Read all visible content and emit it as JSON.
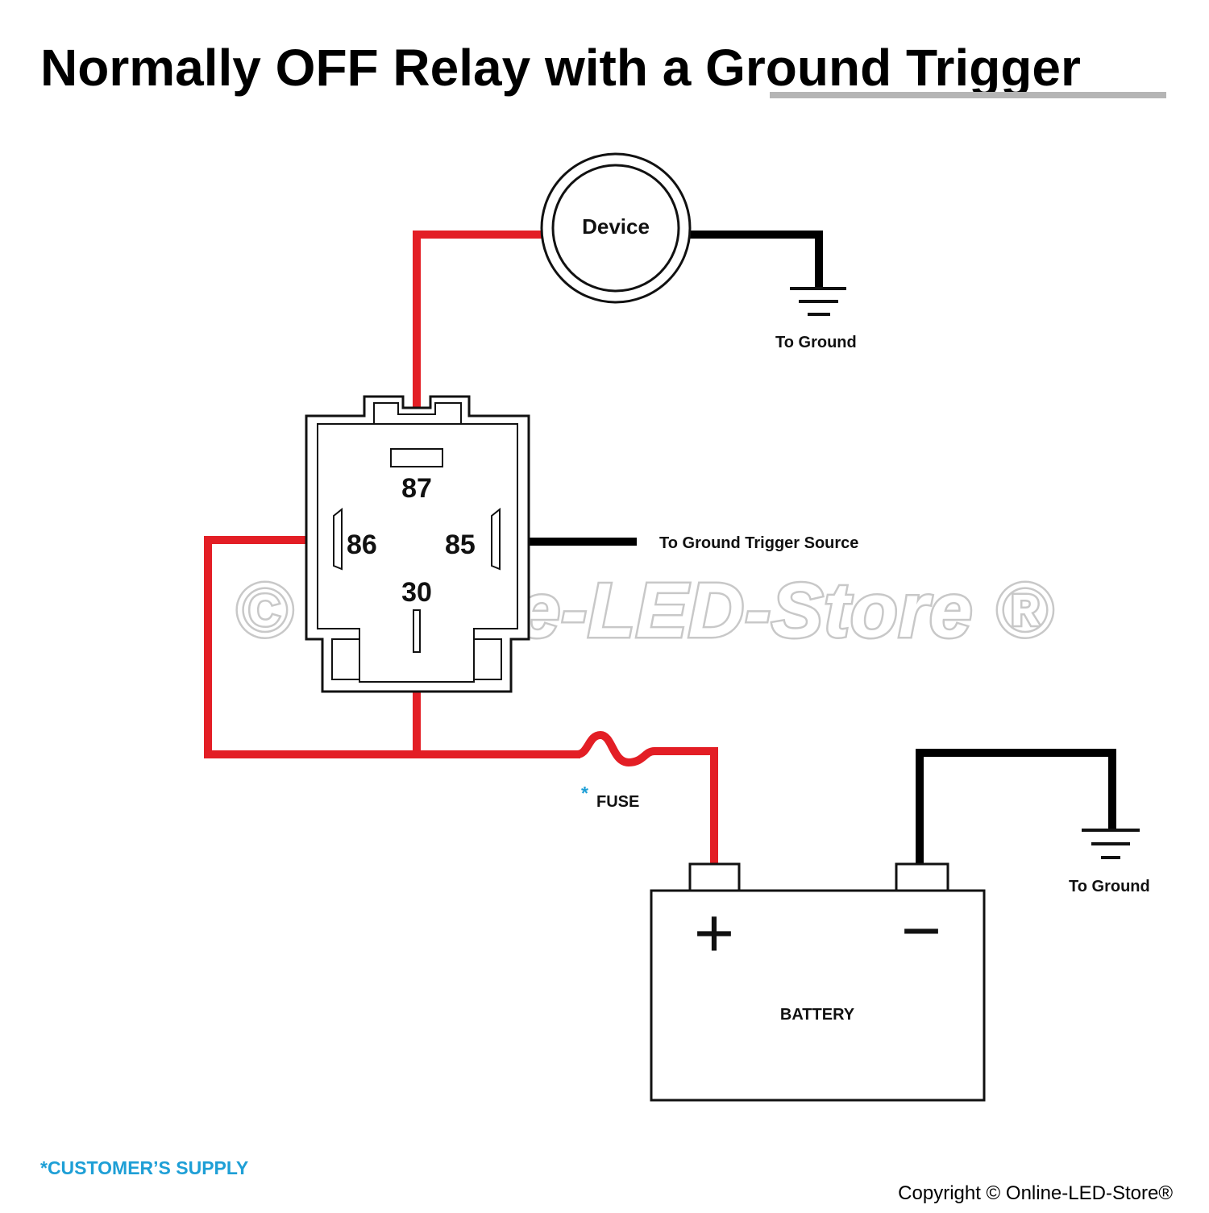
{
  "title": {
    "text_prefix": "Normally OFF Relay with a ",
    "text_emphasis": "Ground Trigger"
  },
  "device": {
    "label": "Device"
  },
  "relay": {
    "pins": {
      "p87": "87",
      "p86": "86",
      "p85": "85",
      "p30": "30"
    }
  },
  "labels": {
    "ground_device": "To Ground",
    "ground_battery": "To Ground",
    "trigger": "To Ground Trigger Source",
    "fuse_asterisk": "*",
    "fuse": "FUSE",
    "battery": "BATTERY",
    "battery_plus": "+",
    "battery_minus": "−"
  },
  "watermark": "© Online-LED-Store ®",
  "footer": {
    "customer_supply": "*CUSTOMER’S SUPPLY",
    "copyright": "Copyright © Online-LED-Store®"
  },
  "colors": {
    "positive_wire": "#e31e25",
    "ground_wire": "#000000",
    "accent_note": "#1e9fd6",
    "title_underline": "#b5b5b5"
  }
}
